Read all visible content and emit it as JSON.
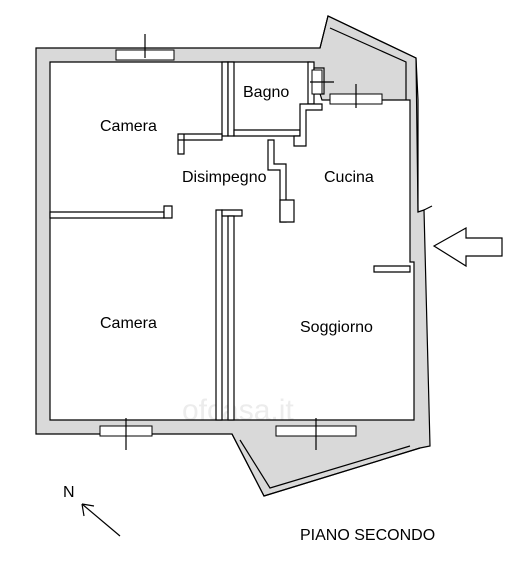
{
  "rooms": {
    "camera_top": "Camera",
    "bagno": "Bagno",
    "disimpegno": "Disimpegno",
    "cucina": "Cucina",
    "camera_bottom": "Camera",
    "soggiorno": "Soggiorno"
  },
  "compass": {
    "label": "N"
  },
  "plan_title": "PIANO SECONDO",
  "watermark": "ofcasa.it",
  "icons": {
    "entrance": "entrance-arrow-icon",
    "north": "north-arrow-icon"
  }
}
